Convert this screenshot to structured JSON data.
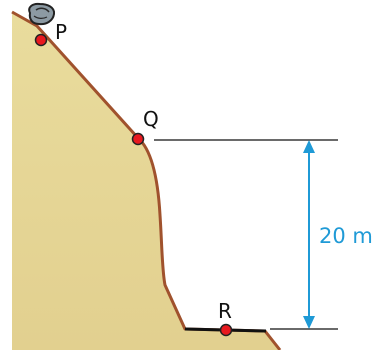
{
  "points": {
    "p": {
      "label": "P"
    },
    "q": {
      "label": "Q"
    },
    "r": {
      "label": "R"
    }
  },
  "height_marker": {
    "label": "20 m"
  },
  "colors": {
    "ground_fill": "#e8d99a",
    "slope_line": "#a0522d",
    "point_fill": "#e8191f",
    "dimension": "#1f9ad6",
    "rock": "#8c9aa3",
    "flat_segment": "#111111"
  },
  "icons": {
    "rock": "rock-icon"
  }
}
